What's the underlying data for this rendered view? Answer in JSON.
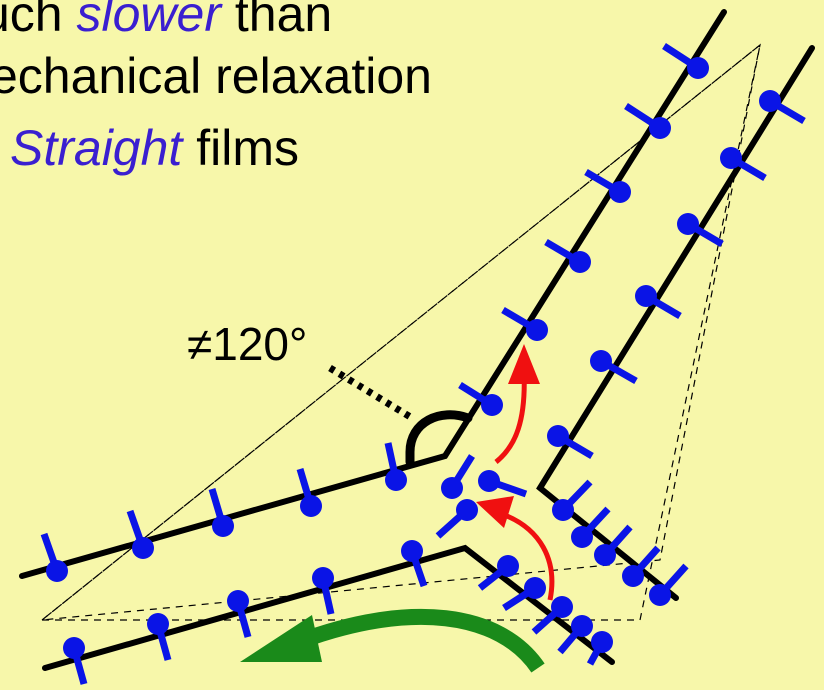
{
  "caption": {
    "line1": {
      "prefix": "uch ",
      "emph": "slower",
      "suffix": " than"
    },
    "line2": {
      "text": "echanical relaxation"
    },
    "line3": {
      "emph": "Straight",
      "suffix": " films"
    }
  },
  "angle_label": "≠120°",
  "colors": {
    "background": "#f7f7aa",
    "film": "#000000",
    "molecule": "#0a14e6",
    "diffusion_arrow": "#f01010",
    "flow_arrow": "#1a8a1a",
    "emphasis_text": "#3a1fd0"
  }
}
